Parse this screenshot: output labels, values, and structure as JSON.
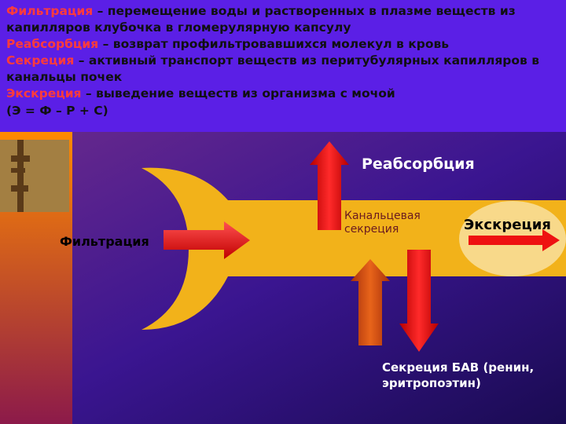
{
  "definitions": [
    {
      "term": "Фильтрация",
      "text": " – перемещение воды и растворенных в плазме веществ из"
    },
    {
      "term": "",
      "text": "капилляров клубочка в гломерулярную капсулу"
    },
    {
      "term": "Реабсорбция",
      "text": " – возврат профильтровавшихся молекул в кровь"
    },
    {
      "term": "Секреция",
      "text": " – активный транспорт веществ из перитубулярных капилляров в"
    },
    {
      "term": "",
      "text": "канальцы почек"
    },
    {
      "term": "Экскреция",
      "text": " – выведение веществ из организма с мочой"
    },
    {
      "term": "",
      "text": "    (Э = Ф – Р + С)"
    }
  ],
  "diagram": {
    "filtration": "Фильтрация",
    "reabsorption": "Реабсорбция",
    "tubular_secretion_1": "Канальцевая",
    "tubular_secretion_2": "секреция",
    "excretion": "Экскреция",
    "bav_1": "Секреция БАВ (ренин,",
    "bav_2": "эритропоэтин)"
  },
  "colors": {
    "term": "#ff3b3b",
    "header_bg": "#5b1fe6",
    "tube": "#f2b21a",
    "arrow_red": "#ee1111",
    "arrow_orange": "#d6550f"
  }
}
